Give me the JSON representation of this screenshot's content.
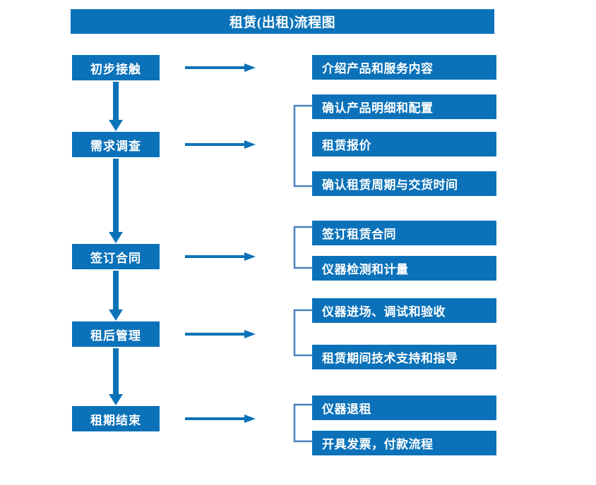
{
  "diagram": {
    "title": "租赁(出租)流程图",
    "accent_color": "#0b72b9",
    "bracket_color": "#4a7fbd",
    "background_color": "#ffffff",
    "text_color": "#ffffff"
  },
  "stages": [
    {
      "label": "初步接触"
    },
    {
      "label": "需求调查"
    },
    {
      "label": "签订合同"
    },
    {
      "label": "租后管理"
    },
    {
      "label": "租期结束"
    }
  ],
  "details": [
    {
      "label": "介绍产品和服务内容"
    },
    {
      "label": "确认产品明细和配置"
    },
    {
      "label": "租赁报价"
    },
    {
      "label": "确认租赁周期与交货时间"
    },
    {
      "label": "签订租赁合同"
    },
    {
      "label": "仪器检测和计量"
    },
    {
      "label": "仪器进场、调试和验收"
    },
    {
      "label": "租赁期间技术支持和指导"
    },
    {
      "label": "仪器退租"
    },
    {
      "label": "开具发票，付款流程"
    }
  ],
  "groups": [
    {
      "stage": "初步接触",
      "details": [
        "介绍产品和服务内容"
      ]
    },
    {
      "stage": "需求调查",
      "details": [
        "确认产品明细和配置",
        "租赁报价",
        "确认租赁周期与交货时间"
      ]
    },
    {
      "stage": "签订合同",
      "details": [
        "签订租赁合同",
        "仪器检测和计量"
      ]
    },
    {
      "stage": "租后管理",
      "details": [
        "仪器进场、调试和验收",
        "租赁期间技术支持和指导"
      ]
    },
    {
      "stage": "租期结束",
      "details": [
        "仪器退租",
        "开具发票，付款流程"
      ]
    }
  ],
  "flow_sequence": [
    "初步接触",
    "需求调查",
    "签订合同",
    "租后管理",
    "租期结束"
  ]
}
